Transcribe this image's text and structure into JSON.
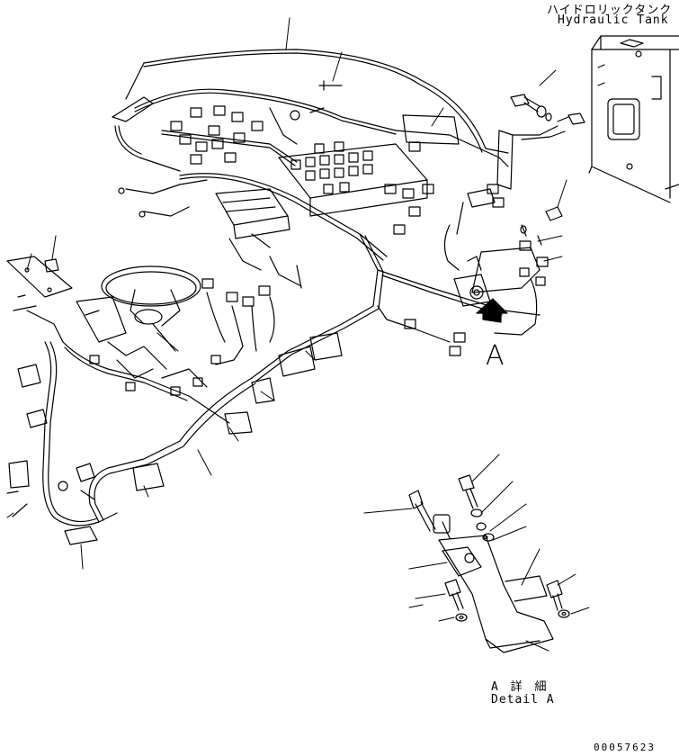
{
  "labels": {
    "tank_jp": "ハイドロリックタンク",
    "tank_en": "Hydraulic Tank",
    "view_marker": "A",
    "detail_jp": "A 詳 細",
    "detail_en": "Detail A",
    "drawing_number": "00057623"
  }
}
